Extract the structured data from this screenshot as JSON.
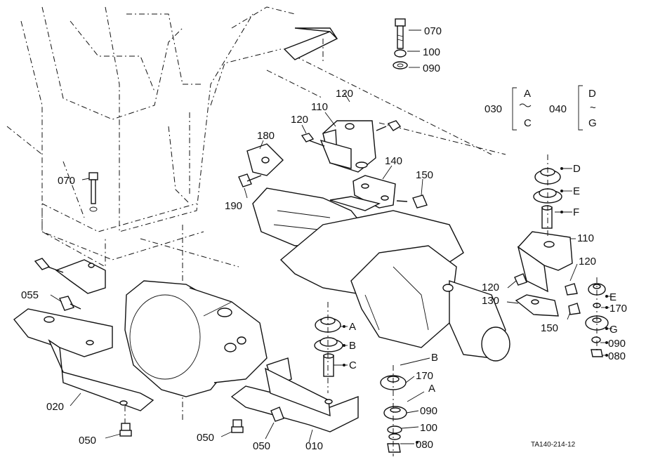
{
  "labels": {
    "l070a": "070",
    "l100a": "100",
    "l090a": "090",
    "l120a": "120",
    "l110a": "110",
    "l120b": "120",
    "l180": "180",
    "l190": "190",
    "l140": "140",
    "l150a": "150",
    "l030": "030",
    "r030_from": "A",
    "r030_to": "C",
    "l040": "040",
    "r040_from": "D",
    "tilde": "~",
    "r040_to": "G",
    "ptD": "D",
    "ptE1": "E",
    "ptF": "F",
    "l110b": "110",
    "l120c": "120",
    "ptE2": "E",
    "l170a": "170",
    "ptG": "G",
    "l090b": "090",
    "l080a": "080",
    "l120d": "120",
    "l130": "130",
    "l150b": "150",
    "ptA1": "A",
    "ptB1": "B",
    "ptC": "C",
    "ptB2": "B",
    "l170b": "170",
    "ptA2": "A",
    "l090c": "090",
    "l100b": "100",
    "l080b": "080",
    "l070b": "070",
    "l055": "055",
    "l020": "020",
    "l050a": "050",
    "l050b": "050",
    "l050c": "050",
    "l010": "010",
    "figure_code": "TA140-214-12"
  },
  "colors": {
    "ink": "#111111",
    "paper": "#ffffff"
  }
}
